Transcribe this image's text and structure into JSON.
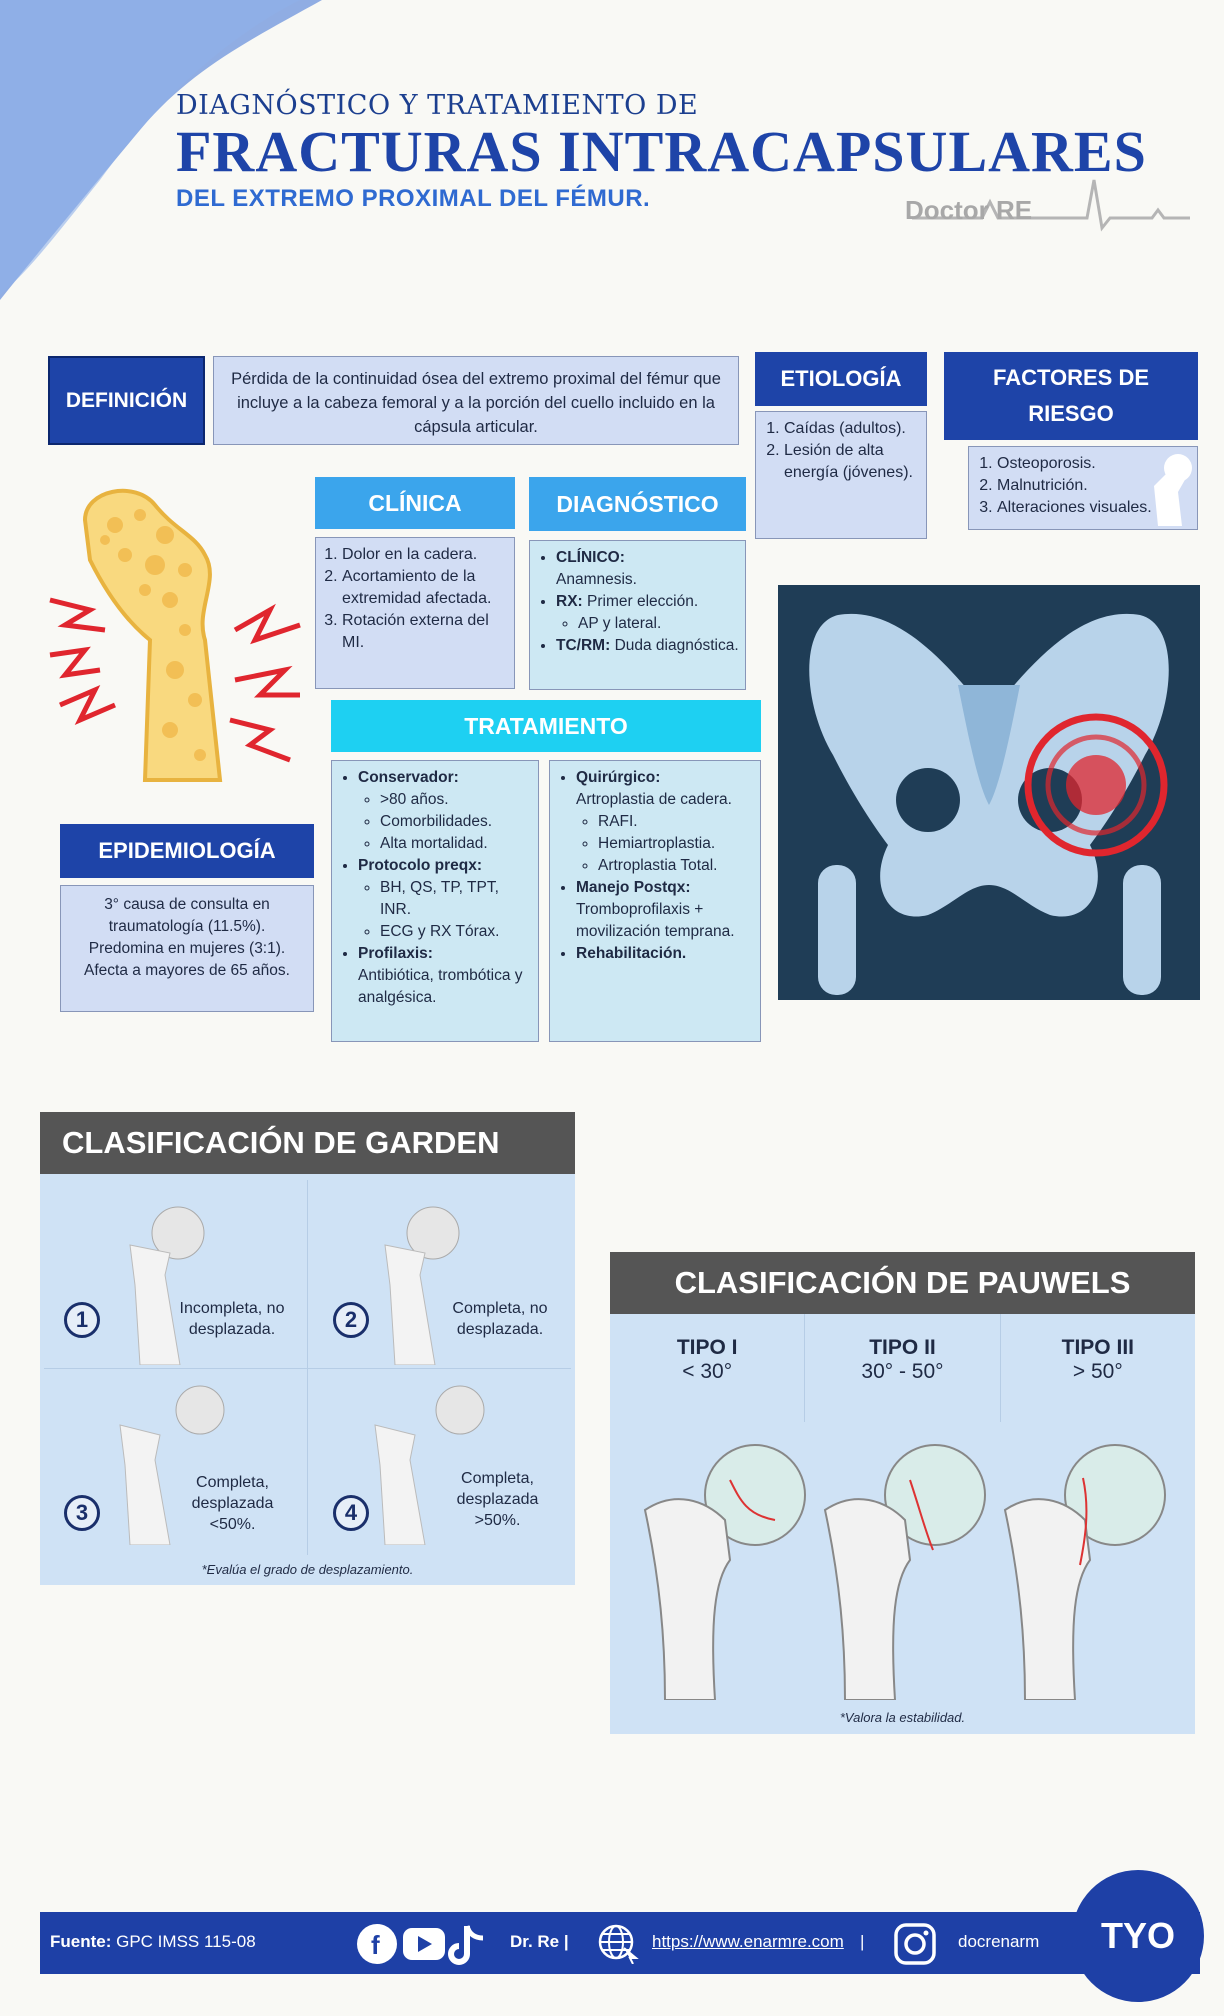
{
  "header": {
    "kicker": "DIAGNÓSTICO Y TRATAMIENTO DE",
    "title": "FRACTURAS INTRACAPSULARES",
    "subtitle": "DEL EXTREMO PROXIMAL DEL FÉMUR.",
    "brand": "Doctor RE"
  },
  "definicion": {
    "label": "DEFINICIÓN",
    "text": "Pérdida de la continuidad ósea del extremo proximal del fémur que incluye a la cabeza femoral y a la porción del cuello incluido en la cápsula articular."
  },
  "etiologia": {
    "label": "ETIOLOGÍA",
    "items": [
      "Caídas (adultos).",
      "Lesión de alta energía (jóvenes)."
    ]
  },
  "factores": {
    "label": "FACTORES DE RIESGO",
    "items": [
      "Osteoporosis.",
      "Malnutrición.",
      "Alteraciones visuales."
    ]
  },
  "clinica": {
    "label": "CLÍNICA",
    "items": [
      "Dolor en la cadera.",
      "Acortamiento de la extremidad afectada.",
      "Rotación externa del MI."
    ]
  },
  "diagnostico": {
    "label": "DIAGNÓSTICO",
    "clinico_label": "CLÍNICO:",
    "clinico_text": "Anamnesis.",
    "rx_label": "RX:",
    "rx_text": "Primer elección.",
    "rx_sub": "AP y lateral.",
    "tc_label": "TC/RM:",
    "tc_text": "Duda diagnóstica."
  },
  "tratamiento": {
    "label": "TRATAMIENTO",
    "conservador_label": "Conservador:",
    "conservador_items": [
      ">80 años.",
      "Comorbilidades.",
      "Alta mortalidad."
    ],
    "preqx_label": "Protocolo preqx:",
    "preqx_items": [
      "BH, QS, TP, TPT, INR.",
      "ECG y RX Tórax."
    ],
    "profilaxis_label": "Profilaxis:",
    "profilaxis_text": "Antibiótica, trombótica y analgésica.",
    "quirurgico_label": "Quirúrgico:",
    "quirurgico_text": "Artroplastia de cadera.",
    "quirurgico_items": [
      "RAFI.",
      "Hemiartroplastia.",
      "Artroplastia Total."
    ],
    "postqx_label": "Manejo Postqx:",
    "postqx_text": "Tromboprofilaxis + movilización temprana.",
    "rehab_label": "Rehabilitación."
  },
  "epidemiologia": {
    "label": "EPIDEMIOLOGÍA",
    "text": "3° causa de consulta en traumatología (11.5%). Predomina en mujeres (3:1). Afecta a mayores de 65 años."
  },
  "garden": {
    "title": "CLASIFICACIÓN DE GARDEN",
    "items": [
      {
        "num": "1",
        "text": "Incompleta, no desplazada."
      },
      {
        "num": "2",
        "text": "Completa, no desplazada."
      },
      {
        "num": "3",
        "text": "Completa, desplazada <50%."
      },
      {
        "num": "4",
        "text": "Completa, desplazada >50%."
      }
    ],
    "note": "*Evalúa el grado de desplazamiento."
  },
  "pauwels": {
    "title": "CLASIFICACIÓN DE PAUWELS",
    "types": [
      {
        "name": "TIPO I",
        "range": "< 30°"
      },
      {
        "name": "TIPO II",
        "range": "30° - 50°"
      },
      {
        "name": "TIPO III",
        "range": "> 50°"
      }
    ],
    "note": "*Valora la estabilidad."
  },
  "footer": {
    "source_label": "Fuente:",
    "source_text": "GPC  IMSS 115-08",
    "handle": "Dr. Re |",
    "url": "https://www.enarmre.com",
    "sep": "|",
    "instagram": "docrenarm",
    "logo": "TYO"
  },
  "colors": {
    "navy": "#1e44a8",
    "sky": "#3ba5ec",
    "cyan": "#1ed0f2",
    "pale_blue": "#d2ddf4",
    "gray_header": "#555555",
    "red": "#e0262e"
  }
}
